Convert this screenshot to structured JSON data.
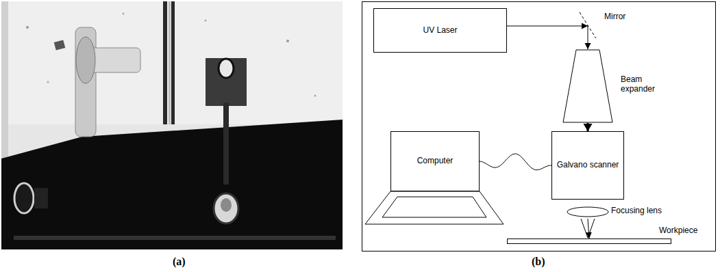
{
  "diagram": {
    "nodes": [
      {
        "text": [
          "UV Laser"
        ]
      },
      {
        "text": [
          "Mirror"
        ]
      },
      {
        "text": [
          "Beam expander"
        ]
      },
      {
        "text": [
          "Computer"
        ]
      },
      {
        "text": [
          "Galvano scanner"
        ]
      },
      {
        "text": [
          "Focusing lens"
        ]
      },
      {
        "text": [
          "Workpiece"
        ]
      }
    ],
    "edges": [
      {
        "from": 0,
        "to": 1,
        "arrow": "to"
      },
      {
        "from": 1,
        "to": 2,
        "arrow": "to"
      },
      {
        "from": 2,
        "to": 4,
        "arrow": "to"
      },
      {
        "from": 3,
        "to": 4,
        "arrow": "none"
      },
      {
        "from": 5,
        "to": 6,
        "arrow": "to"
      }
    ],
    "labels": [
      "(a)",
      "(b)"
    ]
  }
}
